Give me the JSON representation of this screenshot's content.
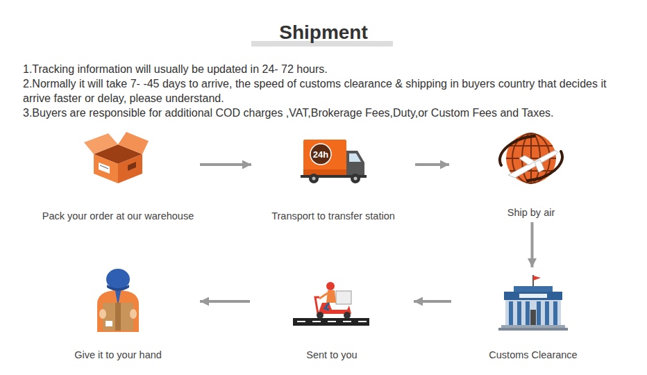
{
  "diagram": {
    "title": "Shipment",
    "nodes": [
      {
        "text": [
          "Pack your order at our warehouse"
        ]
      },
      {
        "text": [
          "Transport to transfer station"
        ]
      },
      {
        "text": [
          "Ship by air"
        ]
      },
      {
        "text": [
          "Customs Clearance"
        ]
      },
      {
        "text": [
          "Sent to you"
        ]
      },
      {
        "text": [
          "Give it to your hand"
        ]
      }
    ],
    "edges": [
      {
        "from": 0,
        "to": 1,
        "arrow": "to"
      },
      {
        "from": 1,
        "to": 2,
        "arrow": "to"
      },
      {
        "from": 2,
        "to": 3,
        "arrow": "to"
      },
      {
        "from": 3,
        "to": 4,
        "arrow": "to"
      },
      {
        "from": 4,
        "to": 5,
        "arrow": "to"
      }
    ],
    "labels": [
      "1.Tracking information will usually be updated in 24- 72 hours.",
      "2.Normally it will take 7- -45 days to arrive, the speed of customs clearance & shipping in buyers country that decides it arrive faster or delay, please understand.",
      "3.Buyers are responsible for additional COD charges ,VAT,Brokerage Fees,Duty,or Custom Fees and Taxes.",
      "24h"
    ]
  }
}
